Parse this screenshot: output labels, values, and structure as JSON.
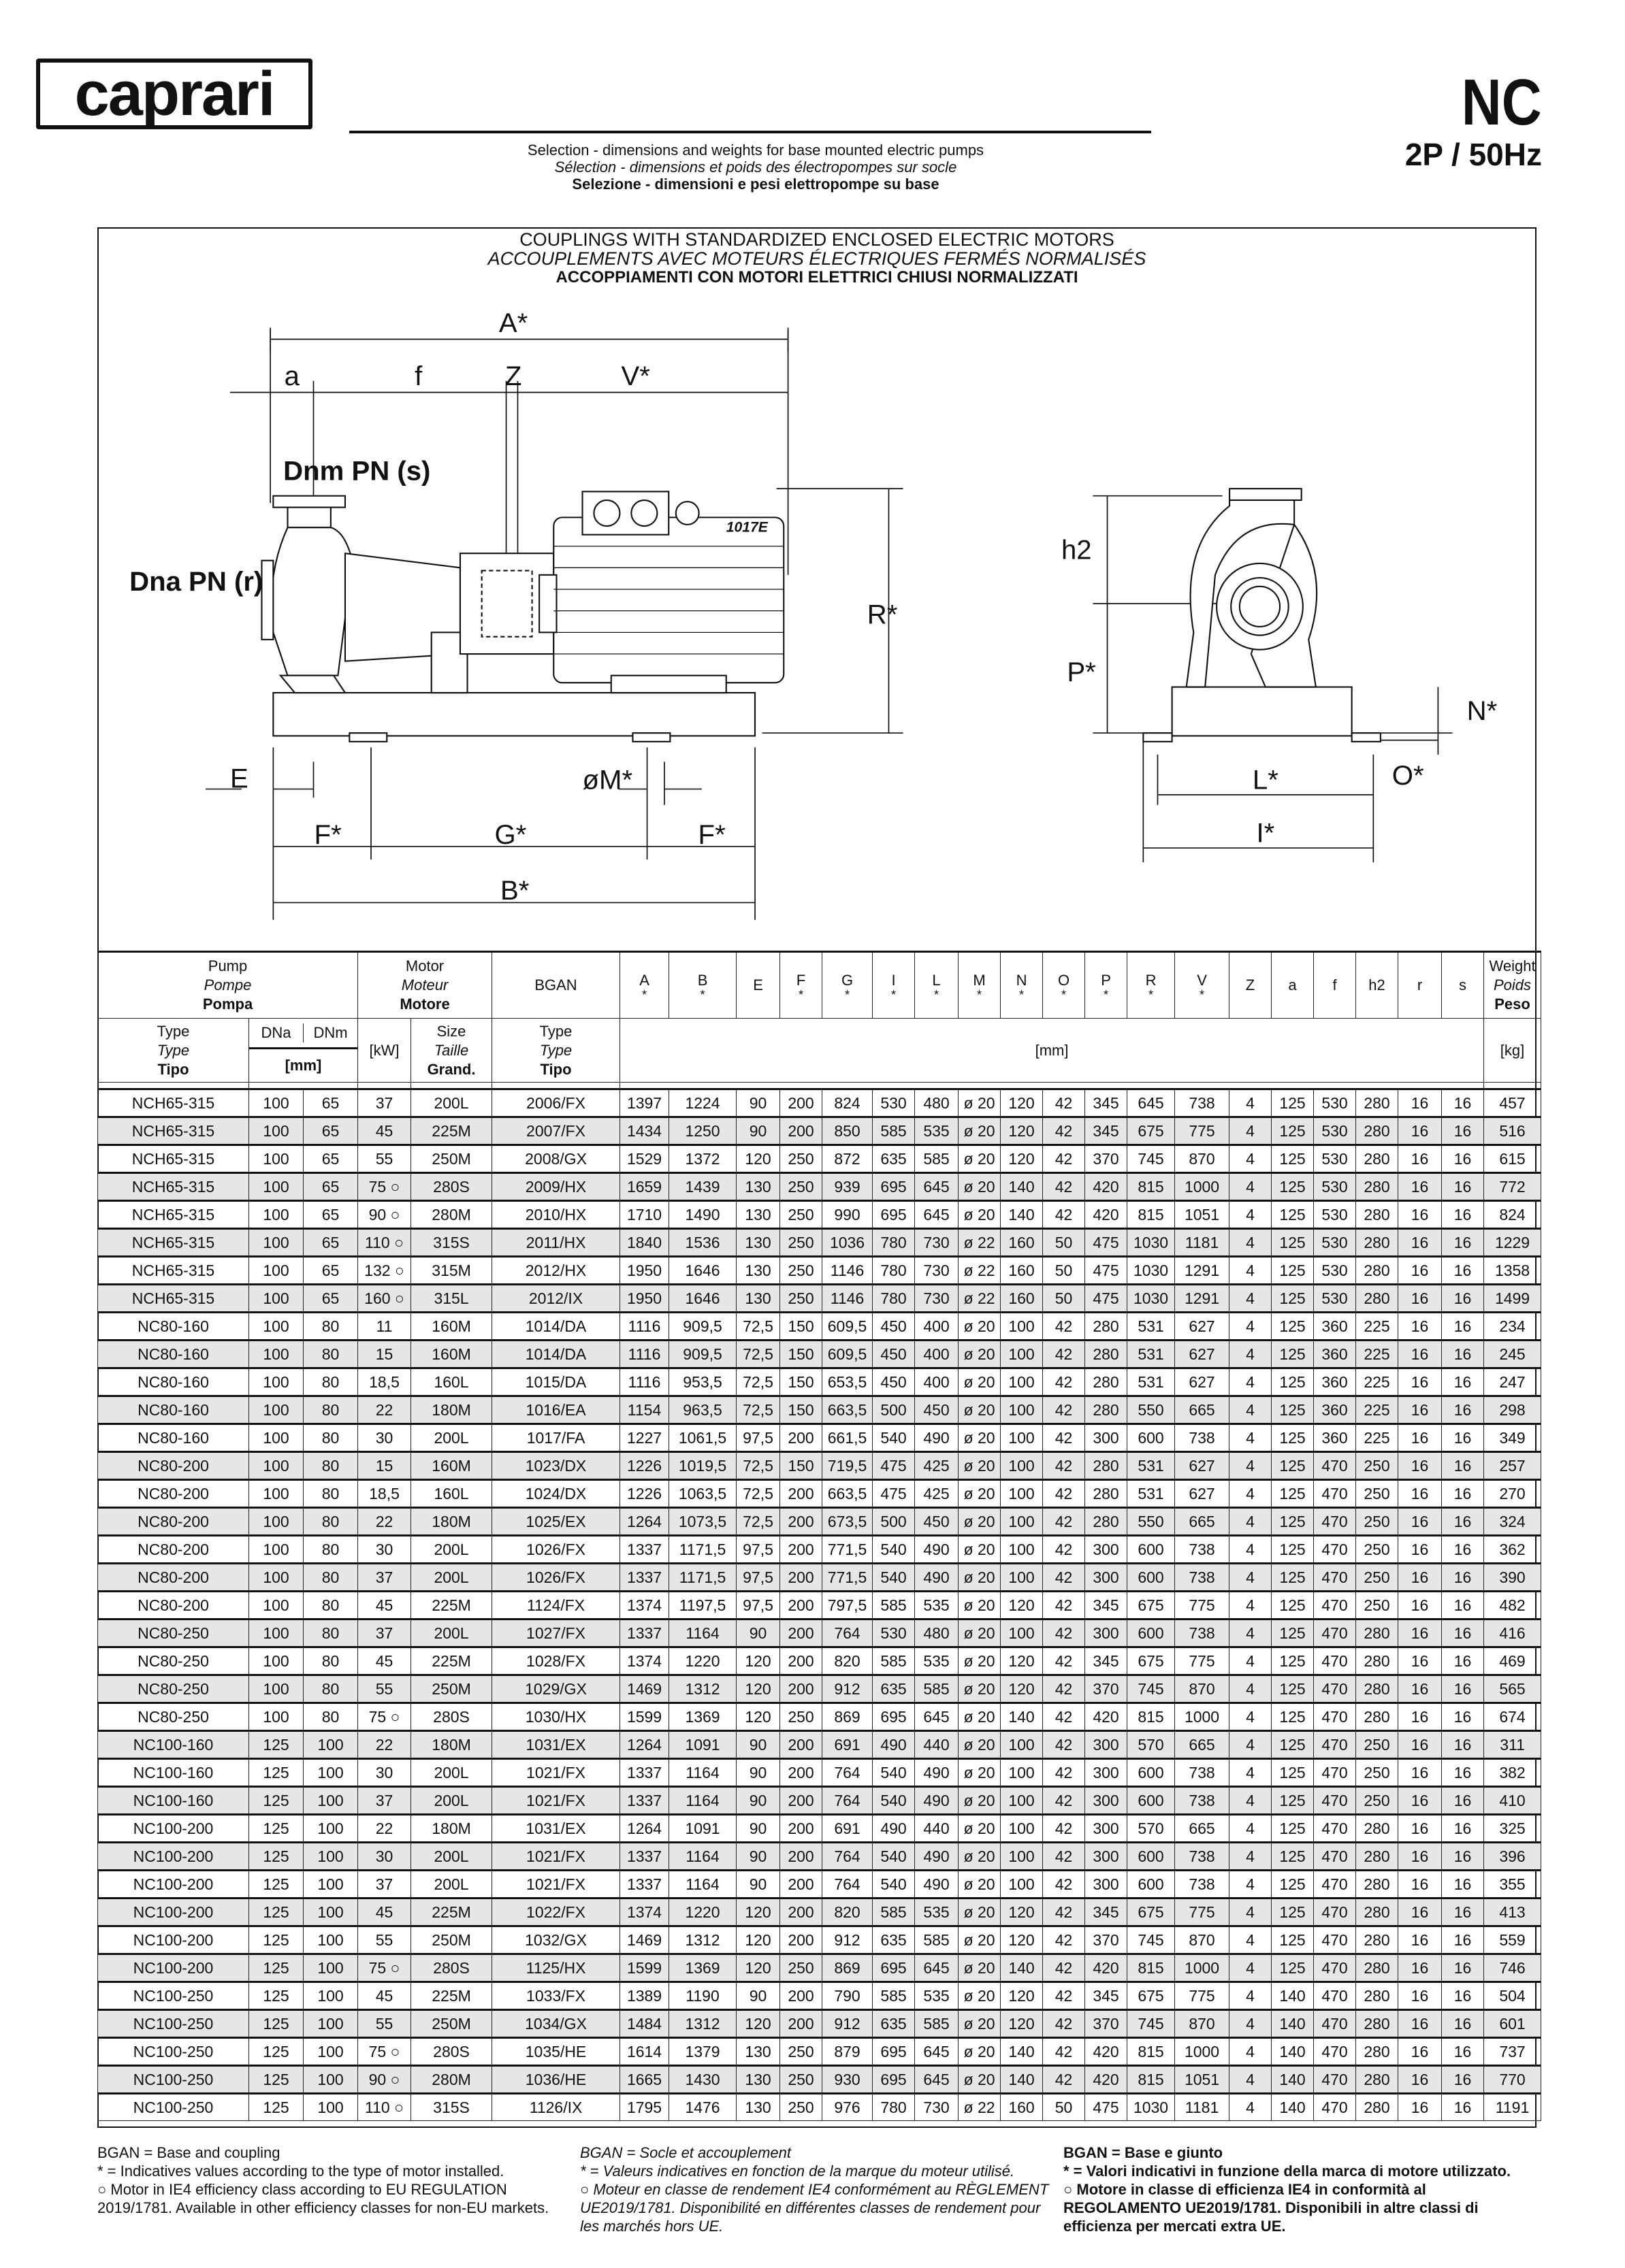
{
  "header": {
    "brand": "caprari",
    "series": "NC",
    "frequency": "2P / 50Hz",
    "subtitle_en": "Selection - dimensions and weights for base mounted electric pumps",
    "subtitle_fr": "Sélection - dimensions et poids des électropompes sur socle",
    "subtitle_it": "Selezione - dimensioni e pesi elettropompe su base"
  },
  "section": {
    "title_en": "COUPLINGS WITH STANDARDIZED ENCLOSED ELECTRIC MOTORS",
    "title_fr": "ACCOUPLEMENTS AVEC MOTEURS ÉLECTRIQUES FERMÉS NORMALISÉS",
    "title_it": "ACCOPPIAMENTI CON MOTORI ELETTRICI CHIUSI NORMALIZZATI"
  },
  "diagram": {
    "A": "A*",
    "a": "a",
    "f": "f",
    "Z": "Z",
    "V": "V*",
    "dnm": "Dnm PN (s)",
    "dna": "Dna PN (r)",
    "motor_code": "1017E",
    "R": "R*",
    "E": "E",
    "M": "øM*",
    "F1": "F*",
    "G": "G*",
    "F2": "F*",
    "B": "B*",
    "h2": "h2",
    "P": "P*",
    "N": "N*",
    "L": "L*",
    "O": "O*",
    "I": "I*"
  },
  "table": {
    "group_headers": {
      "pump": [
        "Pump",
        "Pompe",
        "Pompa"
      ],
      "motor": [
        "Motor",
        "Moteur",
        "Motore"
      ],
      "bgan": "BGAN",
      "weight": [
        "Weight",
        "Poids",
        "Peso"
      ]
    },
    "dim_headers": [
      {
        "l": "A",
        "s": "*"
      },
      {
        "l": "B",
        "s": "*"
      },
      {
        "l": "E",
        "s": ""
      },
      {
        "l": "F",
        "s": "*"
      },
      {
        "l": "G",
        "s": "*"
      },
      {
        "l": "I",
        "s": "*"
      },
      {
        "l": "L",
        "s": "*"
      },
      {
        "l": "M",
        "s": "*"
      },
      {
        "l": "N",
        "s": "*"
      },
      {
        "l": "O",
        "s": "*"
      },
      {
        "l": "P",
        "s": "*"
      },
      {
        "l": "R",
        "s": "*"
      },
      {
        "l": "V",
        "s": "*"
      },
      {
        "l": "Z",
        "s": ""
      },
      {
        "l": "a",
        "s": ""
      },
      {
        "l": "f",
        "s": ""
      },
      {
        "l": "h2",
        "s": ""
      },
      {
        "l": "r",
        "s": ""
      },
      {
        "l": "s",
        "s": ""
      }
    ],
    "sub_headers": {
      "type": [
        "Type",
        "Type",
        "Tipo"
      ],
      "dna": "DNa",
      "dnm": "DNm",
      "mm_small": "[mm]",
      "kw": "[kW]",
      "size": [
        "Size",
        "Taille",
        "Grand."
      ],
      "bgan_type": [
        "Type",
        "Type",
        "Tipo"
      ],
      "mm": "[mm]",
      "kg": "[kg]"
    },
    "rows": [
      [
        "NCH65-315",
        "100",
        "65",
        "37",
        "200L",
        "2006/FX",
        "1397",
        "1224",
        "90",
        "200",
        "824",
        "530",
        "480",
        "ø 20",
        "120",
        "42",
        "345",
        "645",
        "738",
        "4",
        "125",
        "530",
        "280",
        "16",
        "16",
        "457"
      ],
      [
        "NCH65-315",
        "100",
        "65",
        "45",
        "225M",
        "2007/FX",
        "1434",
        "1250",
        "90",
        "200",
        "850",
        "585",
        "535",
        "ø 20",
        "120",
        "42",
        "345",
        "675",
        "775",
        "4",
        "125",
        "530",
        "280",
        "16",
        "16",
        "516"
      ],
      [
        "NCH65-315",
        "100",
        "65",
        "55",
        "250M",
        "2008/GX",
        "1529",
        "1372",
        "120",
        "250",
        "872",
        "635",
        "585",
        "ø 20",
        "120",
        "42",
        "370",
        "745",
        "870",
        "4",
        "125",
        "530",
        "280",
        "16",
        "16",
        "615"
      ],
      [
        "NCH65-315",
        "100",
        "65",
        "75 ○",
        "280S",
        "2009/HX",
        "1659",
        "1439",
        "130",
        "250",
        "939",
        "695",
        "645",
        "ø 20",
        "140",
        "42",
        "420",
        "815",
        "1000",
        "4",
        "125",
        "530",
        "280",
        "16",
        "16",
        "772"
      ],
      [
        "NCH65-315",
        "100",
        "65",
        "90 ○",
        "280M",
        "2010/HX",
        "1710",
        "1490",
        "130",
        "250",
        "990",
        "695",
        "645",
        "ø 20",
        "140",
        "42",
        "420",
        "815",
        "1051",
        "4",
        "125",
        "530",
        "280",
        "16",
        "16",
        "824"
      ],
      [
        "NCH65-315",
        "100",
        "65",
        "110 ○",
        "315S",
        "2011/HX",
        "1840",
        "1536",
        "130",
        "250",
        "1036",
        "780",
        "730",
        "ø 22",
        "160",
        "50",
        "475",
        "1030",
        "1181",
        "4",
        "125",
        "530",
        "280",
        "16",
        "16",
        "1229"
      ],
      [
        "NCH65-315",
        "100",
        "65",
        "132 ○",
        "315M",
        "2012/HX",
        "1950",
        "1646",
        "130",
        "250",
        "1146",
        "780",
        "730",
        "ø 22",
        "160",
        "50",
        "475",
        "1030",
        "1291",
        "4",
        "125",
        "530",
        "280",
        "16",
        "16",
        "1358"
      ],
      [
        "NCH65-315",
        "100",
        "65",
        "160 ○",
        "315L",
        "2012/IX",
        "1950",
        "1646",
        "130",
        "250",
        "1146",
        "780",
        "730",
        "ø 22",
        "160",
        "50",
        "475",
        "1030",
        "1291",
        "4",
        "125",
        "530",
        "280",
        "16",
        "16",
        "1499"
      ],
      [
        "NC80-160",
        "100",
        "80",
        "11",
        "160M",
        "1014/DA",
        "1116",
        "909,5",
        "72,5",
        "150",
        "609,5",
        "450",
        "400",
        "ø 20",
        "100",
        "42",
        "280",
        "531",
        "627",
        "4",
        "125",
        "360",
        "225",
        "16",
        "16",
        "234"
      ],
      [
        "NC80-160",
        "100",
        "80",
        "15",
        "160M",
        "1014/DA",
        "1116",
        "909,5",
        "72,5",
        "150",
        "609,5",
        "450",
        "400",
        "ø 20",
        "100",
        "42",
        "280",
        "531",
        "627",
        "4",
        "125",
        "360",
        "225",
        "16",
        "16",
        "245"
      ],
      [
        "NC80-160",
        "100",
        "80",
        "18,5",
        "160L",
        "1015/DA",
        "1116",
        "953,5",
        "72,5",
        "150",
        "653,5",
        "450",
        "400",
        "ø 20",
        "100",
        "42",
        "280",
        "531",
        "627",
        "4",
        "125",
        "360",
        "225",
        "16",
        "16",
        "247"
      ],
      [
        "NC80-160",
        "100",
        "80",
        "22",
        "180M",
        "1016/EA",
        "1154",
        "963,5",
        "72,5",
        "150",
        "663,5",
        "500",
        "450",
        "ø 20",
        "100",
        "42",
        "280",
        "550",
        "665",
        "4",
        "125",
        "360",
        "225",
        "16",
        "16",
        "298"
      ],
      [
        "NC80-160",
        "100",
        "80",
        "30",
        "200L",
        "1017/FA",
        "1227",
        "1061,5",
        "97,5",
        "200",
        "661,5",
        "540",
        "490",
        "ø 20",
        "100",
        "42",
        "300",
        "600",
        "738",
        "4",
        "125",
        "360",
        "225",
        "16",
        "16",
        "349"
      ],
      [
        "NC80-200",
        "100",
        "80",
        "15",
        "160M",
        "1023/DX",
        "1226",
        "1019,5",
        "72,5",
        "150",
        "719,5",
        "475",
        "425",
        "ø 20",
        "100",
        "42",
        "280",
        "531",
        "627",
        "4",
        "125",
        "470",
        "250",
        "16",
        "16",
        "257"
      ],
      [
        "NC80-200",
        "100",
        "80",
        "18,5",
        "160L",
        "1024/DX",
        "1226",
        "1063,5",
        "72,5",
        "200",
        "663,5",
        "475",
        "425",
        "ø 20",
        "100",
        "42",
        "280",
        "531",
        "627",
        "4",
        "125",
        "470",
        "250",
        "16",
        "16",
        "270"
      ],
      [
        "NC80-200",
        "100",
        "80",
        "22",
        "180M",
        "1025/EX",
        "1264",
        "1073,5",
        "72,5",
        "200",
        "673,5",
        "500",
        "450",
        "ø 20",
        "100",
        "42",
        "280",
        "550",
        "665",
        "4",
        "125",
        "470",
        "250",
        "16",
        "16",
        "324"
      ],
      [
        "NC80-200",
        "100",
        "80",
        "30",
        "200L",
        "1026/FX",
        "1337",
        "1171,5",
        "97,5",
        "200",
        "771,5",
        "540",
        "490",
        "ø 20",
        "100",
        "42",
        "300",
        "600",
        "738",
        "4",
        "125",
        "470",
        "250",
        "16",
        "16",
        "362"
      ],
      [
        "NC80-200",
        "100",
        "80",
        "37",
        "200L",
        "1026/FX",
        "1337",
        "1171,5",
        "97,5",
        "200",
        "771,5",
        "540",
        "490",
        "ø 20",
        "100",
        "42",
        "300",
        "600",
        "738",
        "4",
        "125",
        "470",
        "250",
        "16",
        "16",
        "390"
      ],
      [
        "NC80-200",
        "100",
        "80",
        "45",
        "225M",
        "1124/FX",
        "1374",
        "1197,5",
        "97,5",
        "200",
        "797,5",
        "585",
        "535",
        "ø 20",
        "120",
        "42",
        "345",
        "675",
        "775",
        "4",
        "125",
        "470",
        "250",
        "16",
        "16",
        "482"
      ],
      [
        "NC80-250",
        "100",
        "80",
        "37",
        "200L",
        "1027/FX",
        "1337",
        "1164",
        "90",
        "200",
        "764",
        "530",
        "480",
        "ø 20",
        "100",
        "42",
        "300",
        "600",
        "738",
        "4",
        "125",
        "470",
        "280",
        "16",
        "16",
        "416"
      ],
      [
        "NC80-250",
        "100",
        "80",
        "45",
        "225M",
        "1028/FX",
        "1374",
        "1220",
        "120",
        "200",
        "820",
        "585",
        "535",
        "ø 20",
        "120",
        "42",
        "345",
        "675",
        "775",
        "4",
        "125",
        "470",
        "280",
        "16",
        "16",
        "469"
      ],
      [
        "NC80-250",
        "100",
        "80",
        "55",
        "250M",
        "1029/GX",
        "1469",
        "1312",
        "120",
        "200",
        "912",
        "635",
        "585",
        "ø 20",
        "120",
        "42",
        "370",
        "745",
        "870",
        "4",
        "125",
        "470",
        "280",
        "16",
        "16",
        "565"
      ],
      [
        "NC80-250",
        "100",
        "80",
        "75 ○",
        "280S",
        "1030/HX",
        "1599",
        "1369",
        "120",
        "250",
        "869",
        "695",
        "645",
        "ø 20",
        "140",
        "42",
        "420",
        "815",
        "1000",
        "4",
        "125",
        "470",
        "280",
        "16",
        "16",
        "674"
      ],
      [
        "NC100-160",
        "125",
        "100",
        "22",
        "180M",
        "1031/EX",
        "1264",
        "1091",
        "90",
        "200",
        "691",
        "490",
        "440",
        "ø 20",
        "100",
        "42",
        "300",
        "570",
        "665",
        "4",
        "125",
        "470",
        "250",
        "16",
        "16",
        "311"
      ],
      [
        "NC100-160",
        "125",
        "100",
        "30",
        "200L",
        "1021/FX",
        "1337",
        "1164",
        "90",
        "200",
        "764",
        "540",
        "490",
        "ø 20",
        "100",
        "42",
        "300",
        "600",
        "738",
        "4",
        "125",
        "470",
        "250",
        "16",
        "16",
        "382"
      ],
      [
        "NC100-160",
        "125",
        "100",
        "37",
        "200L",
        "1021/FX",
        "1337",
        "1164",
        "90",
        "200",
        "764",
        "540",
        "490",
        "ø 20",
        "100",
        "42",
        "300",
        "600",
        "738",
        "4",
        "125",
        "470",
        "250",
        "16",
        "16",
        "410"
      ],
      [
        "NC100-200",
        "125",
        "100",
        "22",
        "180M",
        "1031/EX",
        "1264",
        "1091",
        "90",
        "200",
        "691",
        "490",
        "440",
        "ø 20",
        "100",
        "42",
        "300",
        "570",
        "665",
        "4",
        "125",
        "470",
        "280",
        "16",
        "16",
        "325"
      ],
      [
        "NC100-200",
        "125",
        "100",
        "30",
        "200L",
        "1021/FX",
        "1337",
        "1164",
        "90",
        "200",
        "764",
        "540",
        "490",
        "ø 20",
        "100",
        "42",
        "300",
        "600",
        "738",
        "4",
        "125",
        "470",
        "280",
        "16",
        "16",
        "396"
      ],
      [
        "NC100-200",
        "125",
        "100",
        "37",
        "200L",
        "1021/FX",
        "1337",
        "1164",
        "90",
        "200",
        "764",
        "540",
        "490",
        "ø 20",
        "100",
        "42",
        "300",
        "600",
        "738",
        "4",
        "125",
        "470",
        "280",
        "16",
        "16",
        "355"
      ],
      [
        "NC100-200",
        "125",
        "100",
        "45",
        "225M",
        "1022/FX",
        "1374",
        "1220",
        "120",
        "200",
        "820",
        "585",
        "535",
        "ø 20",
        "120",
        "42",
        "345",
        "675",
        "775",
        "4",
        "125",
        "470",
        "280",
        "16",
        "16",
        "413"
      ],
      [
        "NC100-200",
        "125",
        "100",
        "55",
        "250M",
        "1032/GX",
        "1469",
        "1312",
        "120",
        "200",
        "912",
        "635",
        "585",
        "ø 20",
        "120",
        "42",
        "370",
        "745",
        "870",
        "4",
        "125",
        "470",
        "280",
        "16",
        "16",
        "559"
      ],
      [
        "NC100-200",
        "125",
        "100",
        "75 ○",
        "280S",
        "1125/HX",
        "1599",
        "1369",
        "120",
        "250",
        "869",
        "695",
        "645",
        "ø 20",
        "140",
        "42",
        "420",
        "815",
        "1000",
        "4",
        "125",
        "470",
        "280",
        "16",
        "16",
        "746"
      ],
      [
        "NC100-250",
        "125",
        "100",
        "45",
        "225M",
        "1033/FX",
        "1389",
        "1190",
        "90",
        "200",
        "790",
        "585",
        "535",
        "ø 20",
        "120",
        "42",
        "345",
        "675",
        "775",
        "4",
        "140",
        "470",
        "280",
        "16",
        "16",
        "504"
      ],
      [
        "NC100-250",
        "125",
        "100",
        "55",
        "250M",
        "1034/GX",
        "1484",
        "1312",
        "120",
        "200",
        "912",
        "635",
        "585",
        "ø 20",
        "120",
        "42",
        "370",
        "745",
        "870",
        "4",
        "140",
        "470",
        "280",
        "16",
        "16",
        "601"
      ],
      [
        "NC100-250",
        "125",
        "100",
        "75 ○",
        "280S",
        "1035/HE",
        "1614",
        "1379",
        "130",
        "250",
        "879",
        "695",
        "645",
        "ø 20",
        "140",
        "42",
        "420",
        "815",
        "1000",
        "4",
        "140",
        "470",
        "280",
        "16",
        "16",
        "737"
      ],
      [
        "NC100-250",
        "125",
        "100",
        "90 ○",
        "280M",
        "1036/HE",
        "1665",
        "1430",
        "130",
        "250",
        "930",
        "695",
        "645",
        "ø 20",
        "140",
        "42",
        "420",
        "815",
        "1051",
        "4",
        "140",
        "470",
        "280",
        "16",
        "16",
        "770"
      ],
      [
        "NC100-250",
        "125",
        "100",
        "110 ○",
        "315S",
        "1126/IX",
        "1795",
        "1476",
        "130",
        "250",
        "976",
        "780",
        "730",
        "ø 22",
        "160",
        "50",
        "475",
        "1030",
        "1181",
        "4",
        "140",
        "470",
        "280",
        "16",
        "16",
        "1191"
      ]
    ]
  },
  "footer": {
    "en": [
      "BGAN = Base and coupling",
      "* = Indicatives values according to the type of motor installed.",
      "○ Motor in IE4 efficiency class according to EU REGULATION 2019/1781. Available in other efficiency classes for non-EU markets."
    ],
    "fr": [
      "BGAN = Socle et accouplement",
      "* = Valeurs indicatives en fonction de la marque du moteur utilisé.",
      "○ Moteur en classe de rendement IE4 conformément au RÈGLEMENT UE2019/1781. Disponibilité en différentes classes de rendement pour les marchés hors UE."
    ],
    "it": [
      "BGAN = Base e giunto",
      "* = Valori indicativi in funzione della marca di motore utilizzato.",
      "○ Motore in classe di efficienza IE4 in conformità al REGOLAMENTO UE2019/1781. Disponibili in altre classi di efficienza per mercati extra UE."
    ]
  }
}
